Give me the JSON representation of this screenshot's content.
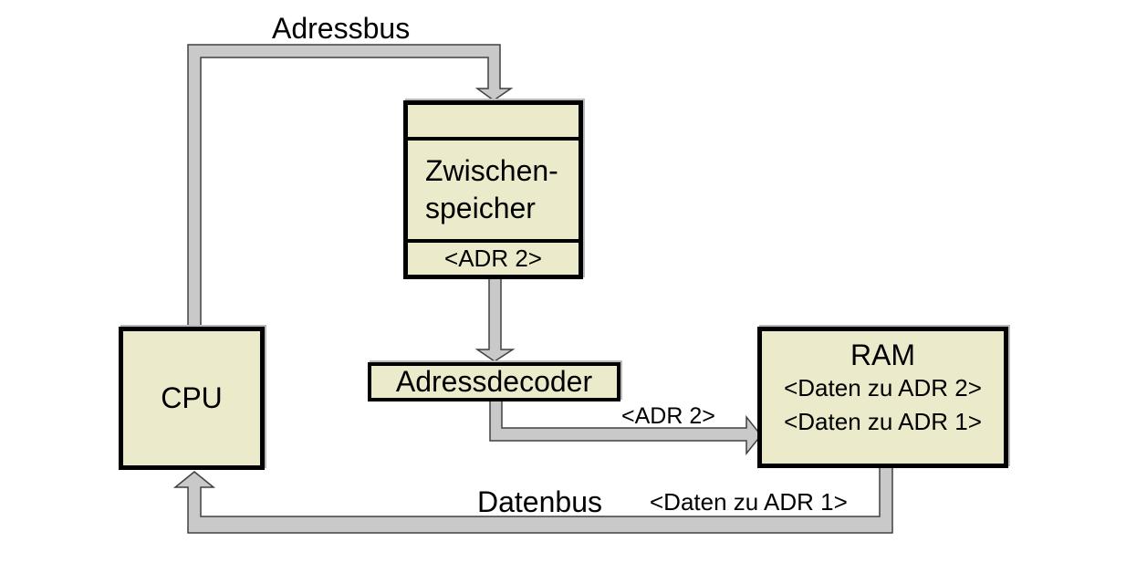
{
  "diagram": {
    "bus_labels": {
      "adressbus": "Adressbus",
      "datenbus": "Datenbus",
      "adr2": "<ADR 2>",
      "daten_zu_adr1": "<Daten zu ADR 1>"
    },
    "boxes": {
      "cpu": {
        "label": "CPU"
      },
      "buffer": {
        "lines": [
          "Zwischen-",
          "speicher"
        ],
        "slot": "<ADR 2>"
      },
      "decoder": {
        "label": "Adressdecoder"
      },
      "ram": {
        "label": "RAM",
        "entries": [
          "<Daten zu ADR 2>",
          "<Daten zu ADR 1>"
        ]
      }
    }
  },
  "colors": {
    "box_fill": "#ebebcb",
    "box_border": "#000000",
    "bus_fill": "#c9c9c9",
    "bus_stroke": "#404040",
    "background": "#ffffff",
    "text": "#000000"
  }
}
